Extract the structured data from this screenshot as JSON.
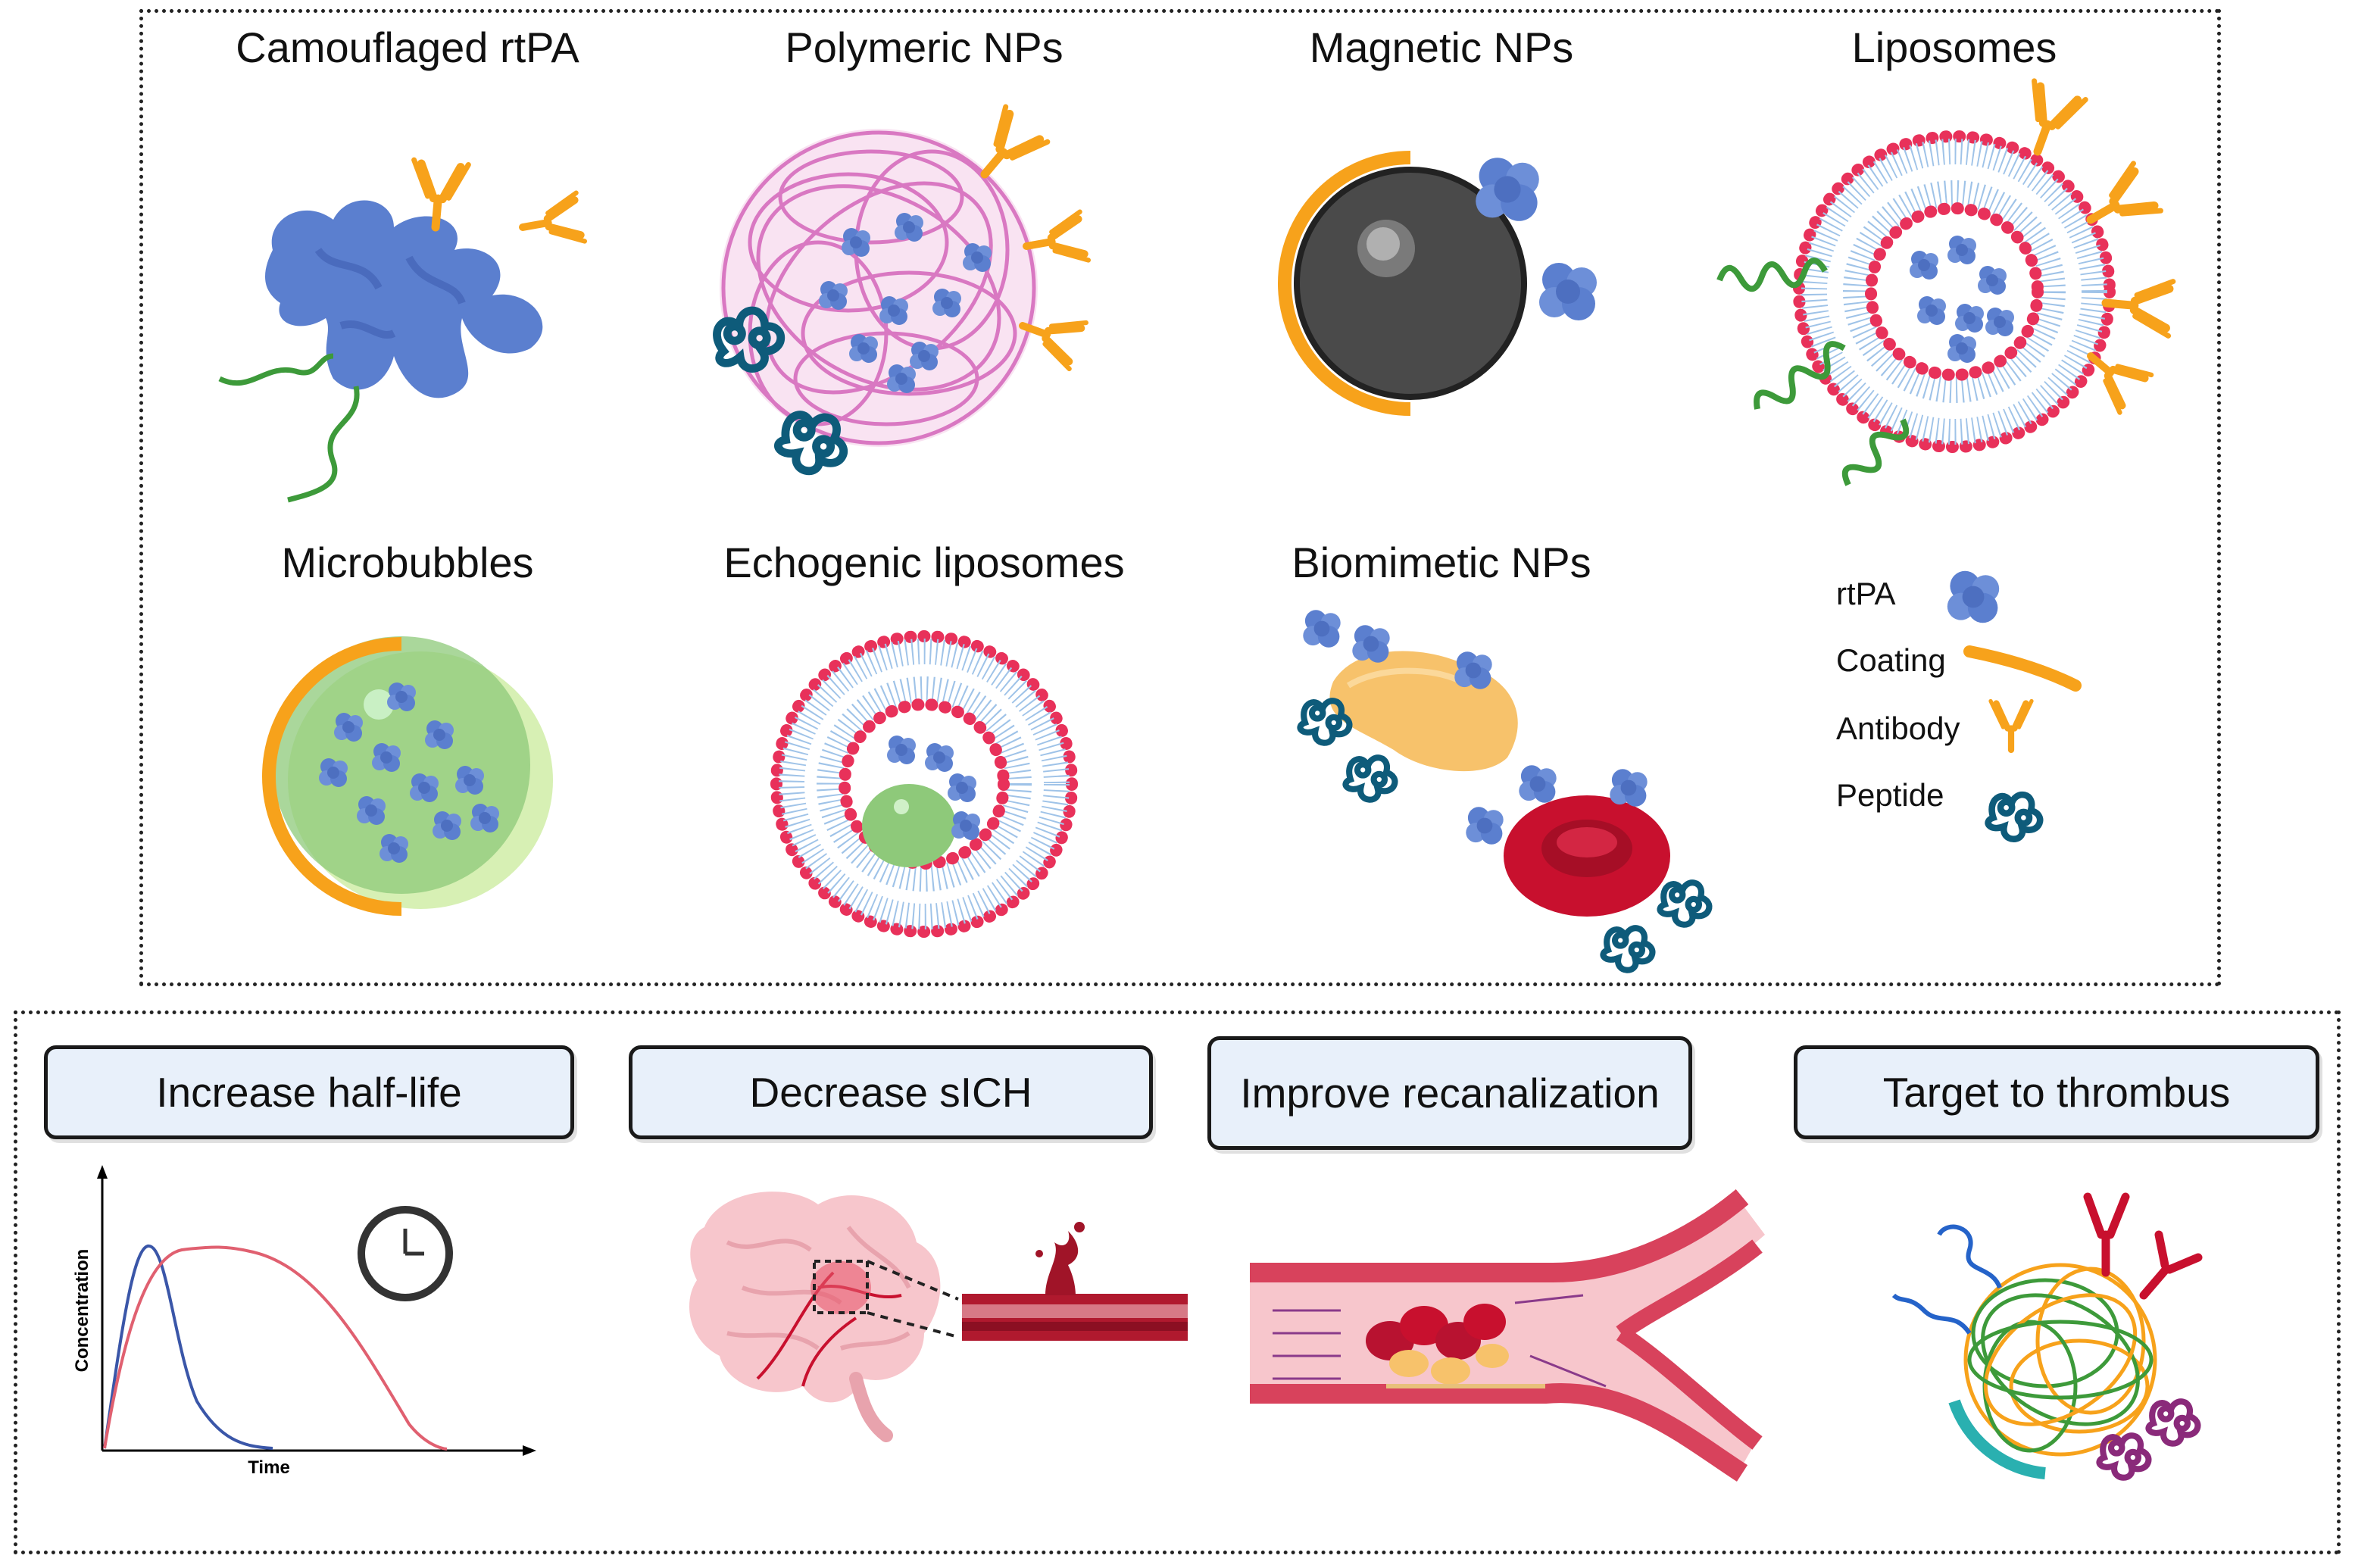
{
  "carriers": {
    "camouflaged": "Camouflaged rtPA",
    "polymeric": "Polymeric NPs",
    "magnetic": "Magnetic NPs",
    "liposomes": "Liposomes",
    "microbubbles": "Microbubbles",
    "echogenic": "Echogenic liposomes",
    "biomimetic": "Biomimetic NPs"
  },
  "legend": {
    "rtpa": "rtPA",
    "coating": "Coating",
    "antibody": "Antibody",
    "peptide": "Peptide"
  },
  "benefits": {
    "half_life": "Increase half-life",
    "sich": "Decrease sICH",
    "recanalization": "Improve recanalization",
    "target": "Target to thrombus"
  },
  "plot": {
    "ylabel": "Concentration",
    "xlabel": "Time"
  },
  "colors": {
    "orange": "#f7a21b",
    "blue_protein": "#5b7fcf",
    "peptide": "#0e5b7a",
    "green": "#3d9a3a",
    "red": "#e8315a",
    "box_fill": "#e8f0fa"
  }
}
